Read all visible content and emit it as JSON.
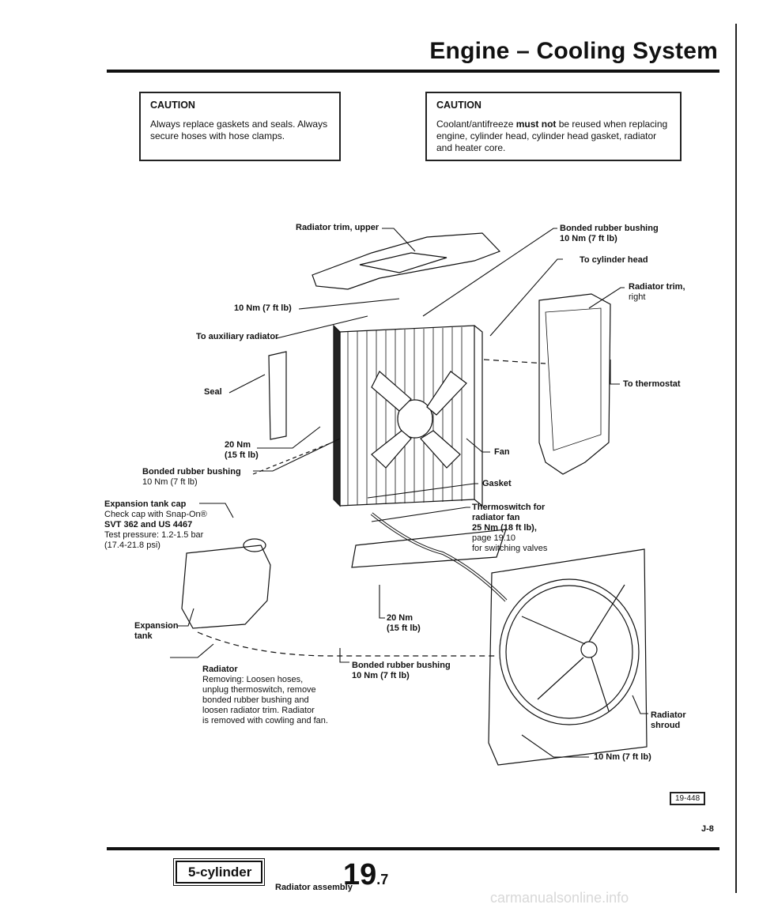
{
  "header": {
    "title": "Engine – Cooling System"
  },
  "cautions": [
    {
      "title": "CAUTION",
      "text": "Always replace gaskets and seals. Always secure hoses with hose clamps."
    },
    {
      "title": "CAUTION",
      "text_pre": "Coolant/antifreeze ",
      "text_bold": "must not",
      "text_post": " be reused when replacing engine, cylinder head, cylinder head gasket, radiator and heater core."
    }
  ],
  "labels": {
    "radiator_trim_upper": "Radiator trim, upper",
    "torque_10nm_a": "10 Nm (7 ft lb)",
    "to_aux_radiator": "To auxiliary radiator",
    "seal": "Seal",
    "torque_20nm_a1": "20 Nm",
    "torque_20nm_a2": "(15 ft lb)",
    "bushing_left1": "Bonded rubber bushing",
    "bushing_left2": "10 Nm (7 ft lb)",
    "exp_cap1": "Expansion tank cap",
    "exp_cap2": "Check cap with Snap-On®",
    "exp_cap3": "SVT 362 and US 4467",
    "exp_cap4": "Test pressure: 1.2-1.5 bar",
    "exp_cap5": "(17.4-21.8 psi)",
    "exp_tank1": "Expansion",
    "exp_tank2": "tank",
    "radiator1": "Radiator",
    "radiator2": "Removing: Loosen hoses,",
    "radiator3": "unplug thermoswitch, remove",
    "radiator4": "bonded rubber bushing and",
    "radiator5": "loosen radiator trim. Radiator",
    "radiator6": "is removed with cowling and fan.",
    "bushing_top1": "Bonded rubber bushing",
    "bushing_top2": "10 Nm (7 ft lb)",
    "to_cyl_head": "To cylinder head",
    "trim_right1": "Radiator trim,",
    "trim_right2": "right",
    "to_thermostat": "To thermostat",
    "fan": "Fan",
    "gasket": "Gasket",
    "thermo1": "Thermoswitch for",
    "thermo2": "radiator fan",
    "thermo3": "25 Nm (18 ft lb),",
    "thermo4": "page 19.10",
    "thermo5": "for switching valves",
    "torque_20nm_b1": "20 Nm",
    "torque_20nm_b2": "(15 ft lb)",
    "bushing_bottom1": "Bonded rubber bushing",
    "bushing_bottom2": "10 Nm (7 ft lb)",
    "shroud1": "Radiator",
    "shroud2": "shroud",
    "torque_10nm_b": "10 Nm (7 ft lb)"
  },
  "figure_code": "19-448",
  "page_code": "J-8",
  "footer": {
    "engine_label": "5-cylinder",
    "section_title": "Radiator assembly",
    "page_major": "19",
    "page_minor": ".7"
  },
  "watermark": "carmanualsonline.info"
}
